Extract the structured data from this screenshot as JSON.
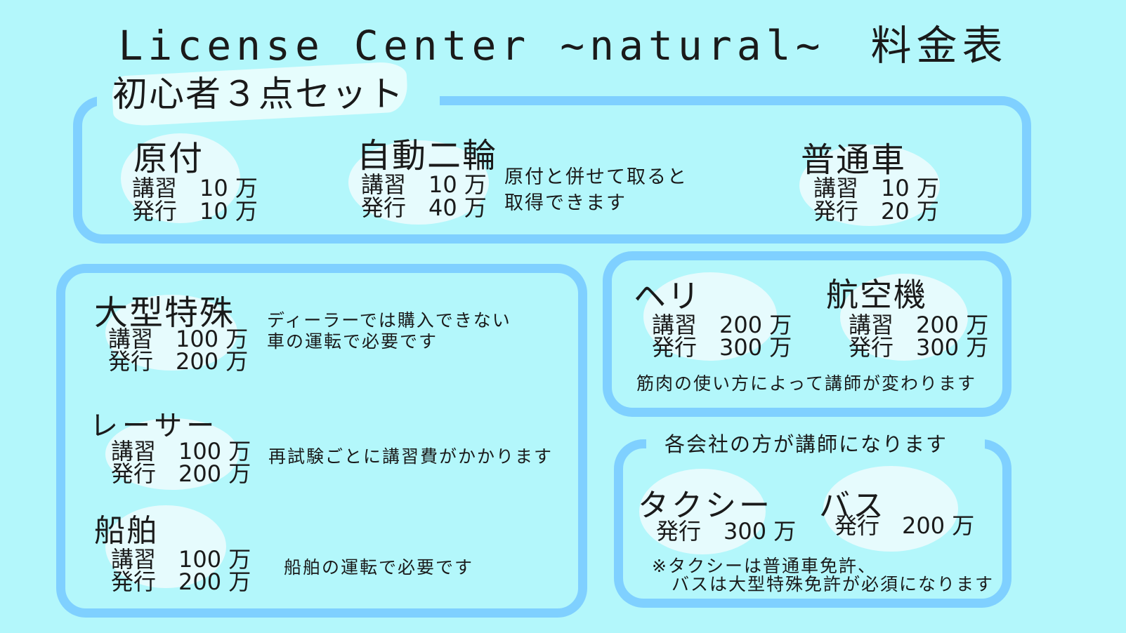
{
  "title": "License Center ~natural~　料金表",
  "beginner": {
    "label": "初心者３点セット",
    "moped": {
      "name": "原付",
      "lecture": "講習　10 万",
      "issue": "発行　10 万"
    },
    "motorcycle": {
      "name": "自動二輪",
      "lecture": "講習　10 万",
      "issue": "発行　40 万",
      "note1": "原付と併せて取ると",
      "note2": "取得できます"
    },
    "car": {
      "name": "普通車",
      "lecture": "講習　10 万",
      "issue": "発行　20 万"
    }
  },
  "special": {
    "heavy": {
      "name": "大型特殊",
      "lecture": "講習　100 万",
      "issue": "発行　200 万",
      "note1": "ディーラーでは購入できない",
      "note2": "車の運転で必要です"
    },
    "racer": {
      "name": "レーサー",
      "lecture": "講習　100 万",
      "issue": "発行　200 万",
      "note": "再試験ごとに講習費がかかります"
    },
    "ship": {
      "name": "船舶",
      "lecture": "講習　100 万",
      "issue": "発行　200 万",
      "note": "船舶の運転で必要です"
    }
  },
  "air": {
    "heli": {
      "name": "ヘリ",
      "lecture": "講習　200 万",
      "issue": "発行　300 万"
    },
    "plane": {
      "name": "航空機",
      "lecture": "講習　200 万",
      "issue": "発行　300 万"
    },
    "note": "筋肉の使い方によって講師が変わります"
  },
  "company": {
    "label": "各会社の方が講師になります",
    "taxi": {
      "name": "タクシー",
      "issue": "発行　300 万"
    },
    "bus": {
      "name": "バス",
      "issue": "発行　200 万"
    },
    "note1": "※タクシーは普通車免許、",
    "note2": "バスは大型特殊免許が必須になります"
  }
}
